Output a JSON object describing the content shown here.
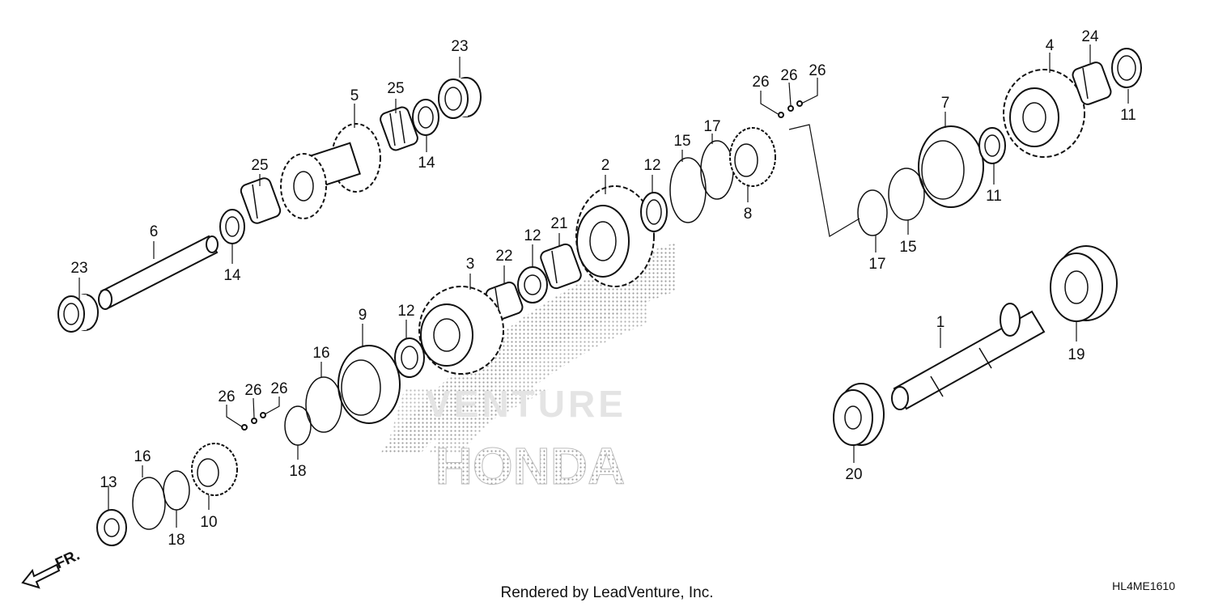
{
  "diagram": {
    "footer_text": "Rendered by LeadVenture, Inc.",
    "diagram_code": "HL4ME1610",
    "front_label": "FR.",
    "watermark": {
      "brand_text": "HONDA",
      "venture_text": "VENTURE",
      "colors": {
        "dots": "#9e9e9e",
        "light": "#e4e4e4"
      }
    },
    "line_color": "#111111",
    "callouts": {
      "c1": "1",
      "c2": "2",
      "c3": "3",
      "c4": "4",
      "c5": "5",
      "c6": "6",
      "c7": "7",
      "c8": "8",
      "c9": "9",
      "c10": "10",
      "c11a": "11",
      "c11b": "11",
      "c12a": "12",
      "c12b": "12",
      "c12c": "12",
      "c13": "13",
      "c14a": "14",
      "c14b": "14",
      "c15a": "15",
      "c15b": "15",
      "c16a": "16",
      "c16b": "16",
      "c17a": "17",
      "c17b": "17",
      "c18a": "18",
      "c18b": "18",
      "c19": "19",
      "c20": "20",
      "c21": "21",
      "c22": "22",
      "c23a": "23",
      "c23b": "23",
      "c24": "24",
      "c25a": "25",
      "c25b": "25",
      "c26a": "26",
      "c26b": "26",
      "c26c": "26",
      "c26d": "26",
      "c26e": "26",
      "c26f": "26"
    }
  }
}
